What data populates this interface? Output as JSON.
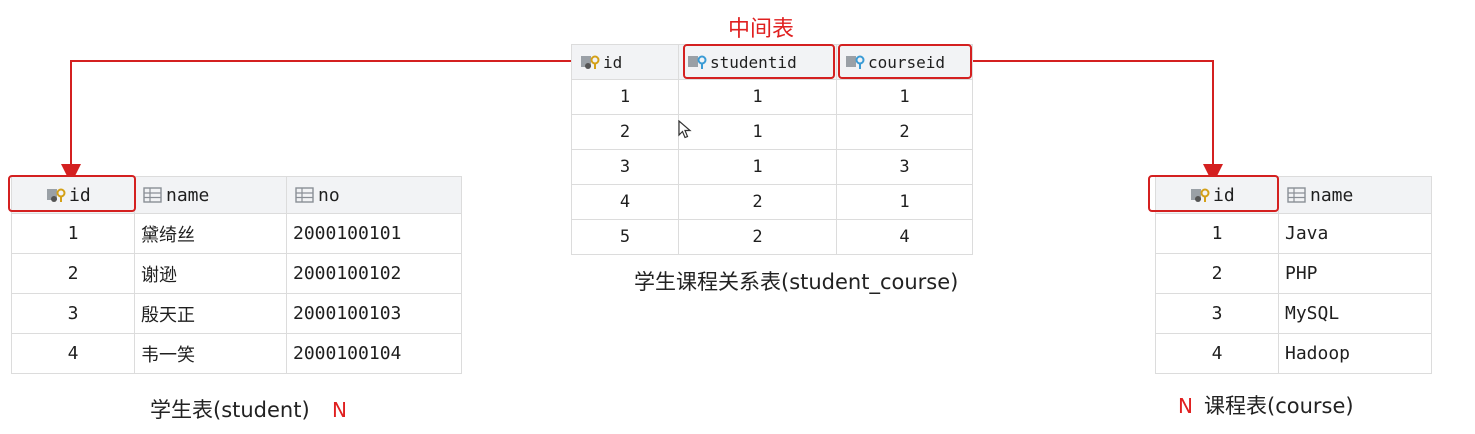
{
  "middle": {
    "title": "中间表",
    "columns": [
      "id",
      "studentid",
      "courseid"
    ],
    "rows": [
      [
        "1",
        "1",
        "1"
      ],
      [
        "2",
        "1",
        "2"
      ],
      [
        "3",
        "1",
        "3"
      ],
      [
        "4",
        "2",
        "1"
      ],
      [
        "5",
        "2",
        "4"
      ]
    ],
    "caption": "学生课程关系表(student_course)"
  },
  "student": {
    "columns": [
      "id",
      "name",
      "no"
    ],
    "rows": [
      [
        "1",
        "黛绮丝",
        "2000100101"
      ],
      [
        "2",
        "谢逊",
        "2000100102"
      ],
      [
        "3",
        "殷天正",
        "2000100103"
      ],
      [
        "4",
        "韦一笑",
        "2000100104"
      ]
    ],
    "caption": "学生表(student)",
    "cardinality": "N"
  },
  "course": {
    "columns": [
      "id",
      "name"
    ],
    "rows": [
      [
        "1",
        "Java"
      ],
      [
        "2",
        "PHP"
      ],
      [
        "3",
        "MySQL"
      ],
      [
        "4",
        "Hadoop"
      ]
    ],
    "caption": "课程表(course)",
    "cardinality": "N"
  },
  "colors": {
    "highlight": "#d42020",
    "label_red": "#e02020",
    "pk_key": "#d4a017",
    "fk_key": "#3a9bd5"
  },
  "icons": [
    "primary-key-icon",
    "foreign-key-icon",
    "column-icon",
    "mouse-cursor-icon"
  ]
}
